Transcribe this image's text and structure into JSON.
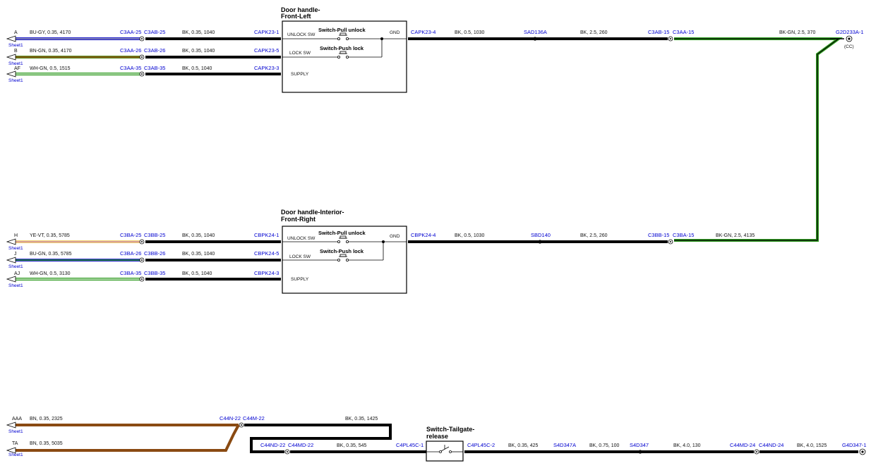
{
  "colors": {
    "black": "#000000",
    "blue": "#2020c8",
    "green": "#2e9a1f",
    "brown": "#8a4a12",
    "yellow": "#f0d070",
    "label_blue": "#0000d0"
  },
  "sheet_ref": "Sheet1",
  "components": {
    "fl": {
      "title1": "Door handle-",
      "title2": "Front-Left",
      "pin_unlock": "UNLOCK SW",
      "pin_lock": "LOCK SW",
      "pin_supply": "SUPPLY",
      "pin_gnd": "GND",
      "sw1": "Switch-Pull unlock",
      "sw2": "Switch-Push lock"
    },
    "fr": {
      "title1": "Door handle-Interior-",
      "title2": "Front-Right",
      "pin_unlock": "UNLOCK SW",
      "pin_lock": "LOCK SW",
      "pin_supply": "SUPPLY",
      "pin_gnd": "GND",
      "sw1": "Switch-Pull unlock",
      "sw2": "Switch-Push lock"
    },
    "tg": {
      "title1": "Switch-Tailgate-",
      "title2": "release"
    }
  },
  "wires": {
    "w1": {
      "ref": "A",
      "spec": "BU-GY,  0.35,  4170",
      "conn_a": "C3AA-25",
      "conn_b": "C3AB-25",
      "spec2": "BK,  0.35,  1040",
      "pin": "CAPK23-1"
    },
    "w2": {
      "ref": "B",
      "spec": "BN-GN,  0.35,  4170",
      "conn_a": "C3AA-26",
      "conn_b": "C3AB-26",
      "spec2": "BK,  0.35,  1040",
      "pin": "CAPK23-5"
    },
    "w3": {
      "ref": "AF",
      "spec": "WH-GN,  0.5,  1515",
      "conn_a": "C3AA-35",
      "conn_b": "C3AB-35",
      "spec2": "BK,  0.5,  1040",
      "pin": "CAPK23-3"
    },
    "g1": {
      "pin": "CAPK23-4",
      "spec": "BK,  0.5,  1030",
      "splice": "SAD136A",
      "spec2": "BK,  2.5,  260",
      "conn_a": "C3AB-15",
      "conn_b": "C3AA-15",
      "spec3": "BK-GN,  2.5,  370",
      "ground": "G2D233A-1",
      "ground_note": "(CC)"
    },
    "w4": {
      "ref": "H",
      "spec": "YE-VT,  0.35,  5785",
      "conn_a": "C3BA-25",
      "conn_b": "C3BB-25",
      "spec2": "BK,  0.35,  1040",
      "pin": "CBPK24-1"
    },
    "w5": {
      "ref": "J",
      "spec": "BU-GN,  0.35,  5785",
      "conn_a": "C3BA-26",
      "conn_b": "C3BB-26",
      "spec2": "BK,  0.35,  1040",
      "pin": "CBPK24-5"
    },
    "w6": {
      "ref": "AJ",
      "spec": "WH-GN,  0.5,  3130",
      "conn_a": "C3BA-35",
      "conn_b": "C3BB-35",
      "spec2": "BK,  0.5,  1040",
      "pin": "CBPK24-3"
    },
    "g2": {
      "pin": "CBPK24-4",
      "spec": "BK,  0.5,  1030",
      "splice": "SBD140",
      "spec2": "BK,  2.5,  260",
      "conn_a": "C3BB-15",
      "conn_b": "C3BA-15",
      "spec3": "BK-GN,  2.5,  4135"
    },
    "w7": {
      "ref": "AAA",
      "spec": "BN,  0.35,  2325",
      "conn_a": "C44N-22",
      "conn_b": "C44M-22",
      "spec2": "BK,  0.35,  1425"
    },
    "w8": {
      "ref": "TA",
      "spec": "BN,  0.35,  5035"
    },
    "w9": {
      "conn_a": "C44ND-22",
      "conn_b": "C44MD-22",
      "spec": "BK,  0.35,  545",
      "pin": "C4PL45C-1"
    },
    "w10": {
      "pin": "C4PL45C-2",
      "spec": "BK,  0.35,  425",
      "splice1": "S4D347A",
      "spec2": "BK,  0.75,  100",
      "splice2": "S4D347",
      "spec3": "BK,  4.0,  130",
      "conn_a": "C44MD-24",
      "conn_b": "C44ND-24",
      "spec4": "BK,  4.0,  1525",
      "ground": "G4D347-1"
    }
  }
}
